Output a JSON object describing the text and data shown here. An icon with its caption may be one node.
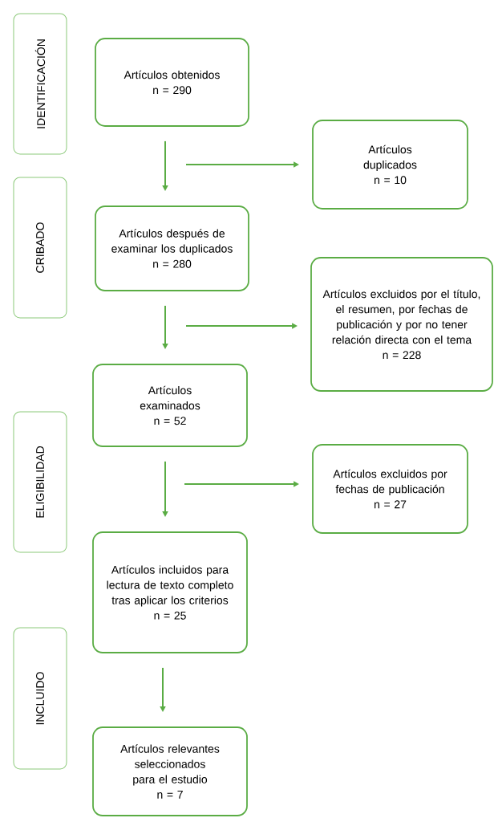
{
  "diagram": {
    "nodes": [
      {
        "text": [
          "IDENTIFICACIÓN"
        ]
      },
      {
        "text": [
          "Artículos obtenidos",
          "n = 290"
        ]
      },
      {
        "text": [
          "Artículos duplicados",
          "n = 10"
        ]
      },
      {
        "text": [
          "CRIBADO"
        ]
      },
      {
        "text": [
          "Artículos después de examinar los duplicados",
          "n = 280"
        ]
      },
      {
        "text": [
          "Artículos excluidos por el título, el resumen, por fechas de publicación y por no tener relación directa con el tema",
          "n = 228"
        ]
      },
      {
        "text": [
          "Artículos examinados",
          "n = 52"
        ]
      },
      {
        "text": [
          "ELIGIBILIDAD"
        ]
      },
      {
        "text": [
          "Artículos excluidos por fechas de publicación",
          "n = 27"
        ]
      },
      {
        "text": [
          "Artículos incluidos para lectura de texto completo tras aplicar los criterios",
          "n = 25"
        ]
      },
      {
        "text": [
          "INCLUIDO"
        ]
      },
      {
        "text": [
          "Artículos relevantes seleccionados para el estudio",
          "n = 7"
        ]
      }
    ],
    "edges": [
      {
        "from": 1,
        "to": 4,
        "arrow": "to"
      },
      {
        "from": null,
        "to": 2,
        "arrow": "to"
      },
      {
        "from": 4,
        "to": 6,
        "arrow": "to"
      },
      {
        "from": null,
        "to": 5,
        "arrow": "to"
      },
      {
        "from": 6,
        "to": 9,
        "arrow": "to"
      },
      {
        "from": null,
        "to": 8,
        "arrow": "to"
      },
      {
        "from": 9,
        "to": 11,
        "arrow": "to"
      }
    ]
  }
}
